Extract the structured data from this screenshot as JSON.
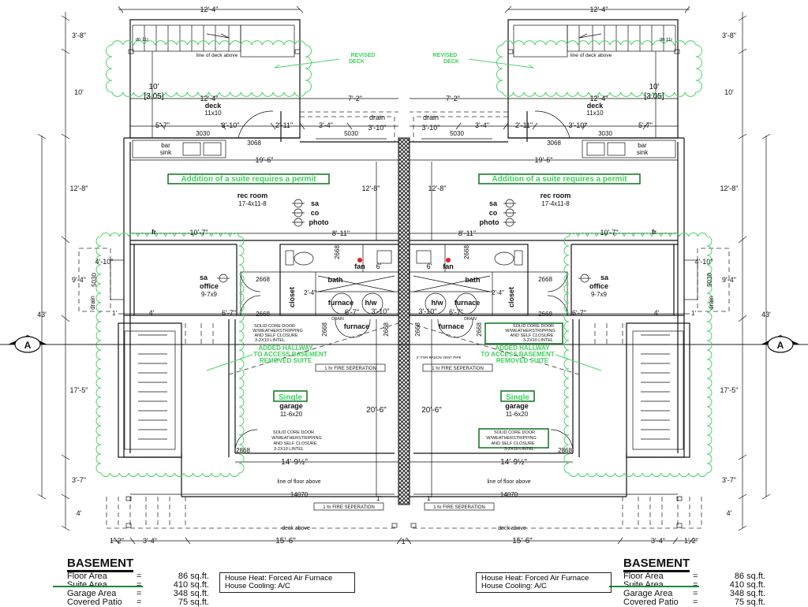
{
  "section_marker": "A",
  "colors": {
    "linework": "#111111",
    "revision_cloud": "#4fd36a",
    "revision_box": "#1c7a2e",
    "fan_marker": "#e02020"
  },
  "unit": {
    "top_width": "12'-4\"",
    "stairs_dn": "dn 11r",
    "deck_line": "line of deck above",
    "revised_deck_1": "REVISED",
    "revised_deck_2": "DECK",
    "deck_height": "10'",
    "deck_height_m": "[3.05]",
    "deck_width": "12'-4\"",
    "deck_label": "deck",
    "deck_size": "11x10",
    "walk_width": "7'-2\"",
    "dim_5_7": "5'-7\"",
    "dim_3_10a": "3'-10\"",
    "dim_2_11": "2'-11\"",
    "dim_3_4": "3'-4\"",
    "drain": "drain",
    "dim_3_10b": "3'-10\"",
    "win_3030": "3030",
    "win_5030": "5030",
    "door_3068": "3068",
    "bar": "bar",
    "sink": "sink",
    "dim_19_6": "19'-6\"",
    "permit_note": "Addition of a suite requires a permit",
    "rec_room": "rec room",
    "rec_size": "17-4x11-8",
    "sa": "sa",
    "co": "co",
    "photo": "photo",
    "dim_12_8": "12'-8\"",
    "fr": "fr",
    "dim_10_7": "10'-7\"",
    "dim_8_11": "8'-11\"",
    "dim_4_10": "4'-10\"",
    "office_sa": "sa",
    "office": "office",
    "office_size": "9-7x9",
    "door_2668": "2668",
    "closet": "closet",
    "bath": "bath",
    "fan": "fan",
    "dim_6": "6'",
    "furnace": "furnace",
    "hw": "h/w",
    "dim_2_4": "2'-4\"",
    "dim_4": "4'",
    "dim_6_7": "6'-7\"",
    "dim_1": "1'",
    "drain_small": "DRAIN",
    "solid_core_1": "SOLID CORE DOOR",
    "solid_core_2": "W/WEATHERSTRIPPING",
    "solid_core_3": "AND SELF CLOSURE",
    "solid_core_4": "3-2X10 LINTEL",
    "hallway_1": "ADDED HALLWAY",
    "hallway_2": "TO ACCESS  BASEMENT",
    "hallway_3": "REMOVED SUITE",
    "fire_sep": "1 hr FIRE SEPERATION",
    "single": "Single",
    "garage": "garage",
    "garage_size": "11-6x20",
    "dim_20_6": "20'-6\"",
    "door_2868": "2868",
    "dim_14_9": "14'-9½\"",
    "floor_line": "line of floor above",
    "code_14070": "14070",
    "deck_above": "deck above",
    "dim_1_2": "1'-2\"",
    "dim_15_6": "15'-6\"",
    "side_3_8": "3'-8\"",
    "side_10": "10'",
    "side_12_8": "12'-8\"",
    "side_9_4": "9'-4\"",
    "side_43": "43'",
    "side_17_5": "17'-5\"",
    "side_3_7": "3'-7\"",
    "side_4": "4'",
    "radon": "3\" FOR RADON VENT PIPE"
  },
  "center_dim": "1'",
  "legend": {
    "title": "BASEMENT",
    "areas": [
      {
        "label": "Floor Area",
        "eq": "=",
        "value": "86 sq.ft.",
        "struck": false
      },
      {
        "label": "Suite Area",
        "eq": "=",
        "value": "410 sq.ft.",
        "struck": true
      },
      {
        "label": "Garage Area",
        "eq": "=",
        "value": "348 sq.ft.",
        "struck": false
      },
      {
        "label": "Covered Patio",
        "eq": "=",
        "value": "75 sq.ft.",
        "struck": false
      }
    ],
    "hvac": [
      "House Heat: Forced Air Furnace",
      "House Cooling: A/C"
    ]
  }
}
